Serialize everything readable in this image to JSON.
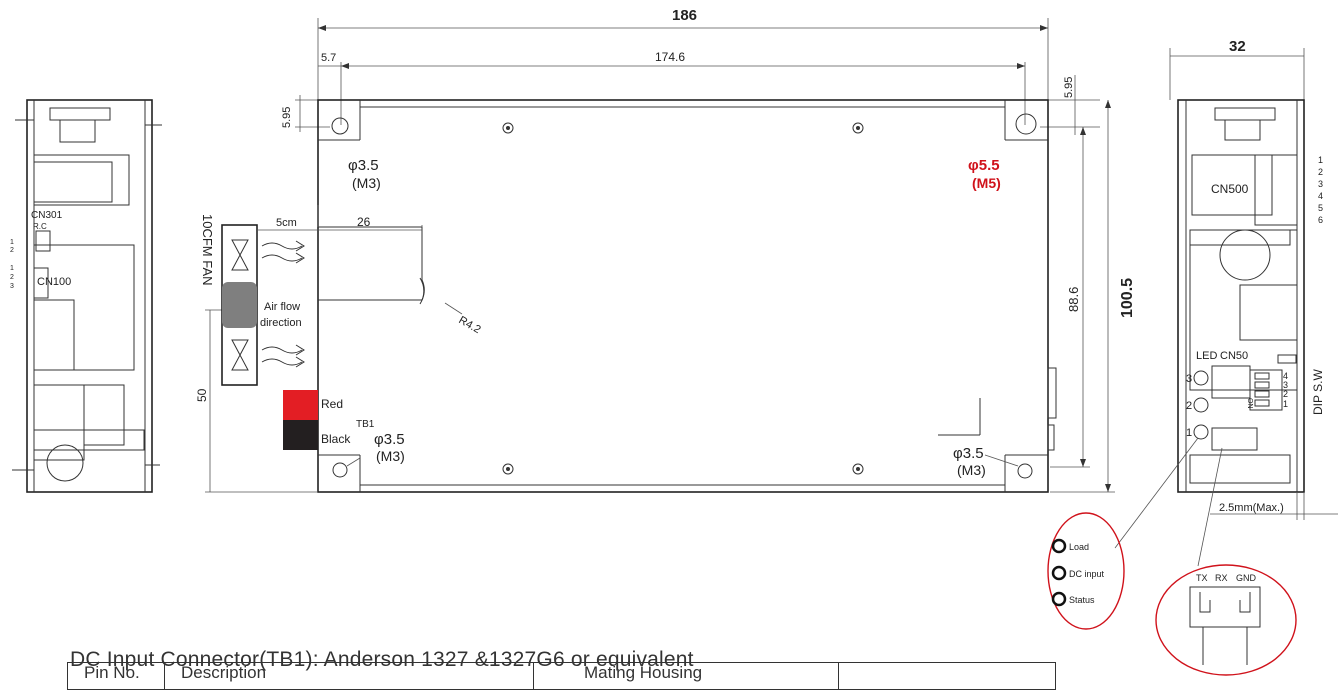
{
  "dimensions": {
    "overall_length": "186",
    "hole_span": "174.6",
    "edge_offset_x": "5.7",
    "edge_offset_y_left": "5.95",
    "edge_offset_y_right": "5.95",
    "width": "32",
    "height_total": "100.5",
    "hole_span_vertical": "88.6",
    "slot_width": "26",
    "fan_distance": "5cm",
    "slot_radius": "R4.2",
    "fan_height": "50",
    "clearance": "2.5mm(Max.)"
  },
  "holes": {
    "top_left": {
      "dia": "φ3.5",
      "thread": "(M3)"
    },
    "top_right": {
      "dia": "φ5.5",
      "thread": "(M5)"
    },
    "bottom_left": {
      "dia": "φ3.5",
      "thread": "(M3)"
    },
    "bottom_right": {
      "dia": "φ3.5",
      "thread": "(M3)"
    }
  },
  "fan": {
    "label": "10CFM  FAN",
    "airflow_line1": "Air flow",
    "airflow_line2": "direction"
  },
  "terminal": {
    "name": "TB1",
    "red_label": "Red",
    "black_label": "Black"
  },
  "left_view": {
    "cn301": "CN301",
    "rc": "R.C",
    "cn100": "CN100",
    "pins_a": [
      "1",
      "2"
    ],
    "pins_b": [
      "1",
      "2",
      "3"
    ]
  },
  "right_view": {
    "cn500": "CN500",
    "cn500_pins": [
      "1",
      "2",
      "3",
      "4",
      "5",
      "6"
    ],
    "led": "LED",
    "cn50": "CN50",
    "dip": "DIP S.W",
    "on": "ON",
    "dip_pins": [
      "4",
      "3",
      "2",
      "1"
    ],
    "led_pins": [
      "3",
      "2",
      "1"
    ]
  },
  "callout_leds": [
    "Load",
    "DC input",
    "Status"
  ],
  "callout_cn50": [
    "TX",
    "RX",
    "GND"
  ],
  "caption": "DC Input Connector(TB1): Anderson 1327 &1327G6 or equivalent",
  "table_headers": [
    "Pin No.",
    "Description",
    "Mating Housing",
    ""
  ],
  "colors": {
    "accent": "#d0121b",
    "terminal_red": "#e31e24",
    "terminal_black": "#231f20",
    "fan_hub": "#7f7f7f"
  }
}
